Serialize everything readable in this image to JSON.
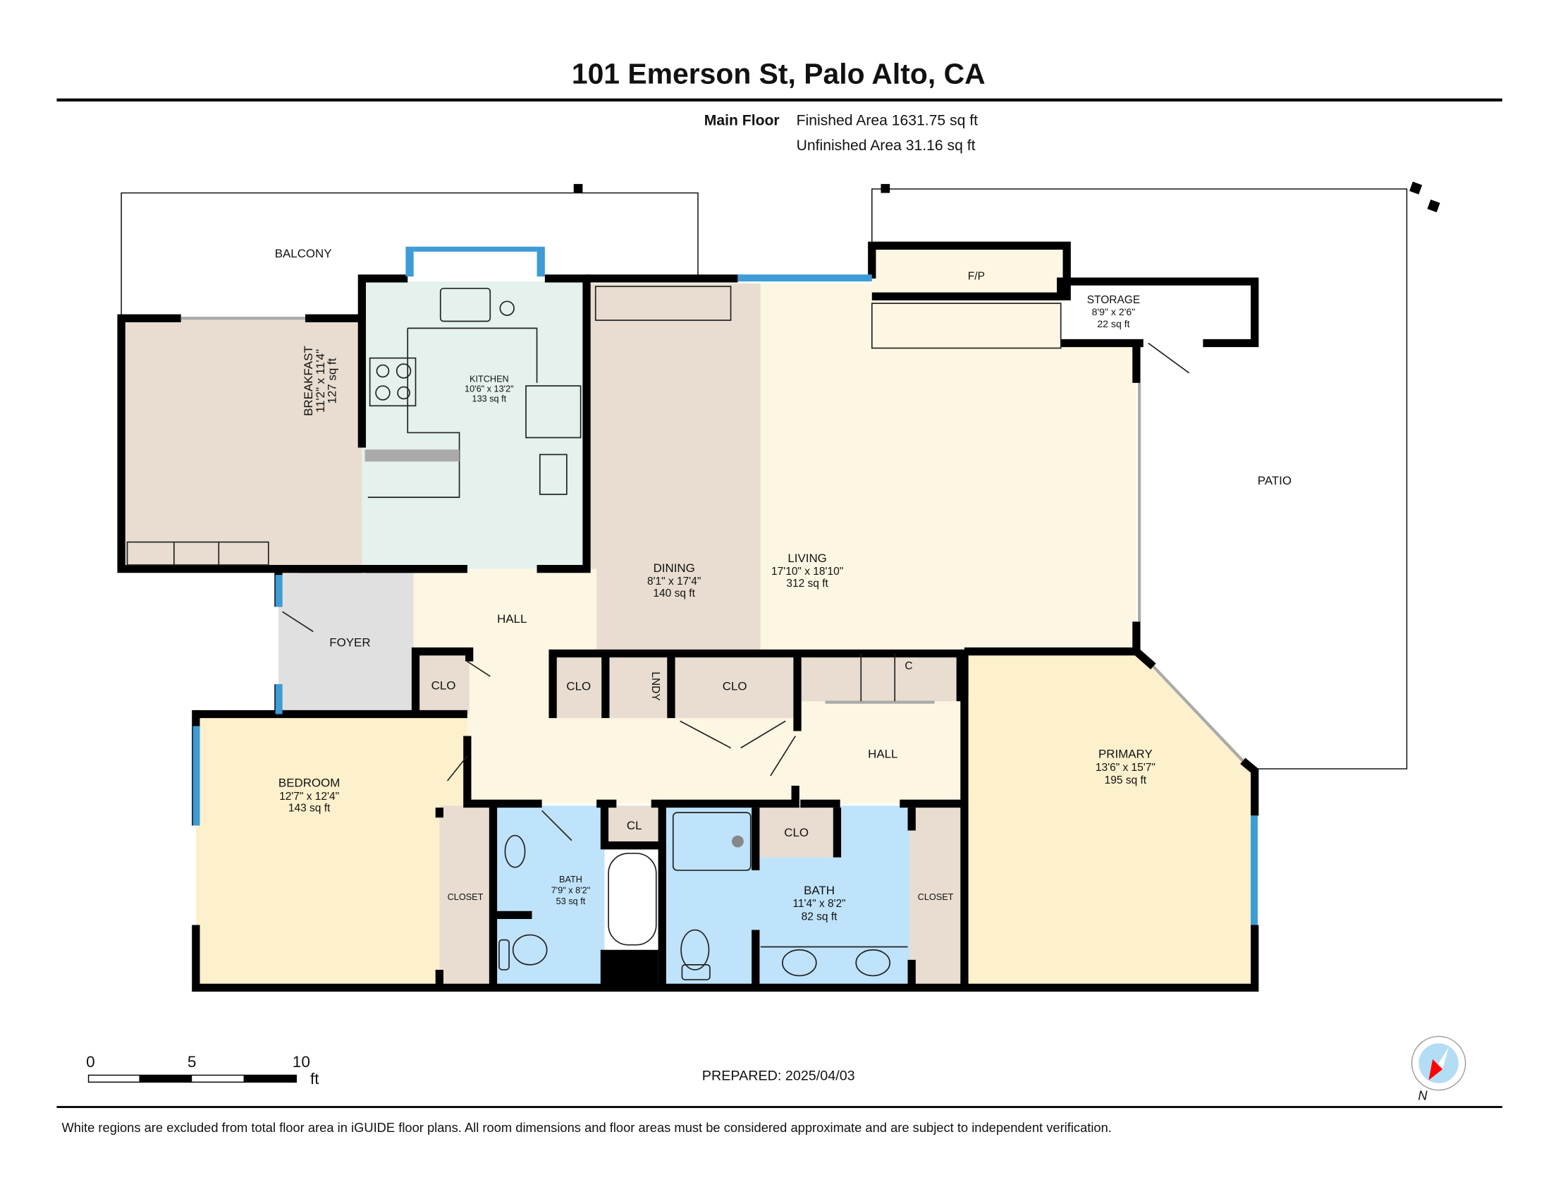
{
  "header": {
    "title": "101 Emerson St, Palo Alto, CA",
    "floor_label": "Main Floor",
    "finished_area": "Finished Area 1631.75 sq ft",
    "unfinished_area": "Unfinished Area 31.16 sq ft"
  },
  "rooms": {
    "balcony": {
      "name": "BALCONY"
    },
    "breakfast": {
      "name": "BREAKFAST",
      "dims": "11'2\" x 11'4\"",
      "area": "127 sq ft"
    },
    "kitchen": {
      "name": "KITCHEN",
      "dims": "10'6\" x 13'2\"",
      "area": "133 sq ft"
    },
    "dining": {
      "name": "DINING",
      "dims": "8'1\" x 17'4\"",
      "area": "140 sq ft"
    },
    "living": {
      "name": "LIVING",
      "dims": "17'10\" x 18'10\"",
      "area": "312 sq ft"
    },
    "fp": {
      "name": "F/P"
    },
    "storage": {
      "name": "STORAGE",
      "dims": "8'9\" x 2'6\"",
      "area": "22 sq ft"
    },
    "patio": {
      "name": "PATIO"
    },
    "foyer": {
      "name": "FOYER"
    },
    "hall": {
      "name": "HALL"
    },
    "hall2": {
      "name": "HALL"
    },
    "clo_foyer": {
      "name": "CLO"
    },
    "clo_a": {
      "name": "CLO"
    },
    "lndy": {
      "name": "LNDY"
    },
    "clo_b": {
      "name": "CLO"
    },
    "c": {
      "name": "C"
    },
    "primary": {
      "name": "PRIMARY",
      "dims": "13'6\" x 15'7\"",
      "area": "195 sq ft"
    },
    "bedroom": {
      "name": "BEDROOM",
      "dims": "12'7\" x 12'4\"",
      "area": "143 sq ft"
    },
    "closet_left": {
      "name": "CLOSET"
    },
    "bath1": {
      "name": "BATH",
      "dims": "7'9\" x 8'2\"",
      "area": "53 sq ft"
    },
    "cl": {
      "name": "CL"
    },
    "bath2": {
      "name": "BATH",
      "dims": "11'4\" x 8'2\"",
      "area": "82 sq ft"
    },
    "clo_bath": {
      "name": "CLO"
    },
    "closet_right": {
      "name": "CLOSET"
    }
  },
  "scale": {
    "t0": "0",
    "t5": "5",
    "t10": "10",
    "unit": "ft"
  },
  "prepared": "PREPARED: 2025/04/03",
  "compass": {
    "label": "N"
  },
  "footer": "White regions are excluded from total floor area in iGUIDE floor plans. All room dimensions and floor areas must be considered approximate and are subject to independent verification.",
  "colors": {
    "beige": "#e8ddd0",
    "cream": "#fdf6e3",
    "yellow": "#fdf0cc",
    "mint": "#e4f1ec",
    "blue": "#bfe3fb",
    "gray": "#e0e0e0",
    "window": "#3d9bd6"
  }
}
